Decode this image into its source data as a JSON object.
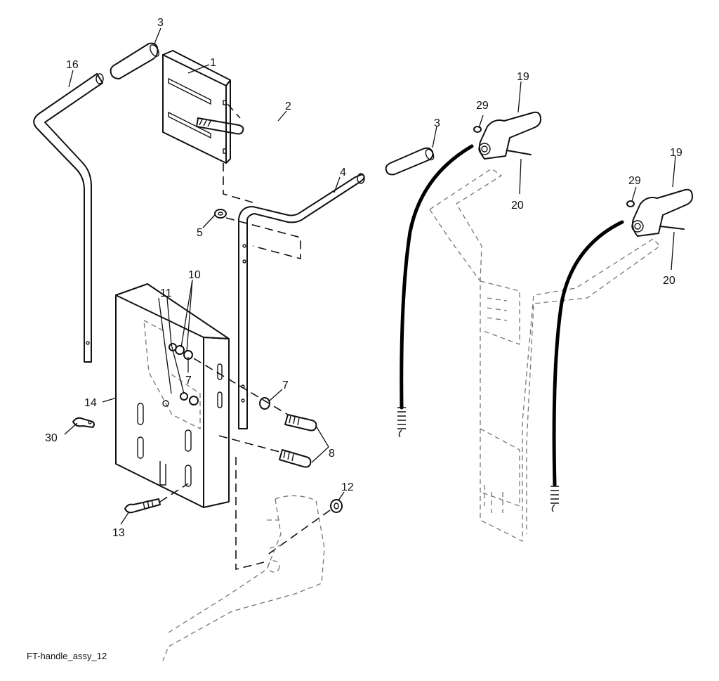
{
  "caption": "FT-handle_assy_12",
  "callouts": {
    "c1": "1",
    "c2": "2",
    "c3a": "3",
    "c3b": "3",
    "c4": "4",
    "c5": "5",
    "c7a": "7",
    "c7b": "7",
    "c8": "8",
    "c10": "10",
    "c11": "11",
    "c12": "12",
    "c13": "13",
    "c14": "14",
    "c16": "16",
    "c19a": "19",
    "c19b": "19",
    "c20a": "20",
    "c20b": "20",
    "c29a": "29",
    "c29b": "29",
    "c30": "30"
  }
}
